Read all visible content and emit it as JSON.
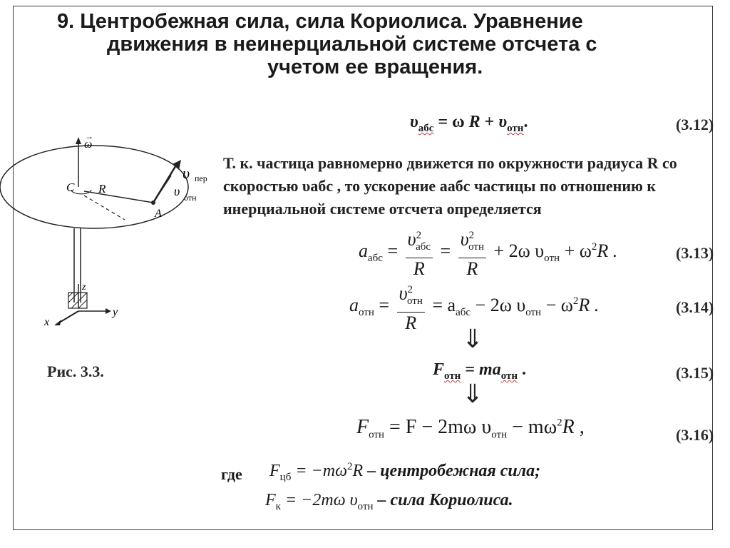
{
  "slide": {
    "title_line1": "9. Центробежная сила, сила Кориолиса. Уравнение",
    "title_line2": "движения в неинерциальной системе отсчета с",
    "title_line3": "учетом ее вращения."
  },
  "figure": {
    "caption": "Рис. 3.3.",
    "labels": {
      "omega": "ω",
      "C": "C",
      "R": "R",
      "A": "A",
      "v": "υ",
      "per": "пер",
      "otn": "отн",
      "x": "x",
      "y": "y",
      "z": "z"
    }
  },
  "equations": {
    "eq312": {
      "lhs": "υ",
      "lhs_sub": "абс",
      "mid": " = ω ",
      "R": "R",
      "plus": " + ",
      "rhs": "υ",
      "rhs_sub": "отн",
      "end": ".",
      "number": "(3.12)"
    },
    "paragraph": "Т. к. частица равномерно движется по окружности радиуса R со скоростью υабс , то ускорение aабс частицы по отношению к инерциальной системе отсчета определяется",
    "eq313": {
      "lhs": "a",
      "lhs_sub": "абс",
      "f1_num": "υ",
      "f1_num_sub": "абс",
      "f1_num_sup": "2",
      "f1_den": "R",
      "f2_num": "υ",
      "f2_num_sub": "отн",
      "f2_num_sup": "2",
      "f2_den": "R",
      "tail": "+ 2ω υ",
      "tail_sub": "отн",
      "tail2": " + ω",
      "tail2_sup": "2",
      "tail3": "R .",
      "number": "(3.13)"
    },
    "eq314": {
      "lhs": "a",
      "lhs_sub": "отн",
      "f_num": "υ",
      "f_num_sub": "отн",
      "f_num_sup": "2",
      "f_den": "R",
      "mid": "= a",
      "mid_sub": "абс",
      "tail": " − 2ω υ",
      "tail_sub": "отн",
      "tail2": " − ω",
      "tail2_sup": "2",
      "tail3": "R .",
      "number": "(3.14)"
    },
    "implies": "⇓",
    "eq315": {
      "lhs": "F",
      "lhs_sub": "отн",
      "mid": " = ",
      "rhs": "ma",
      "rhs_sub": "отн",
      "end": " .",
      "number": "(3.15)"
    },
    "eq316": {
      "lhs": "F",
      "lhs_sub": "отн",
      "mid": " = F − 2mω υ",
      "mid_sub": "отн",
      "tail": " − mω",
      "tail_sup": "2",
      "tail2": "R ,",
      "number": "(3.16)"
    },
    "where": {
      "label": "где",
      "fcb": "F",
      "fcb_sub": "цб",
      "fcb_eq": " = −mω",
      "fcb_sup": "2",
      "fcb_R": "R",
      "fcb_desc": " – центробежная сила;",
      "fk": "F",
      "fk_sub": "к",
      "fk_eq": " = −2mω υ",
      "fk_eq_sub": "отн",
      "fk_desc": " – сила Кориолиса."
    }
  }
}
